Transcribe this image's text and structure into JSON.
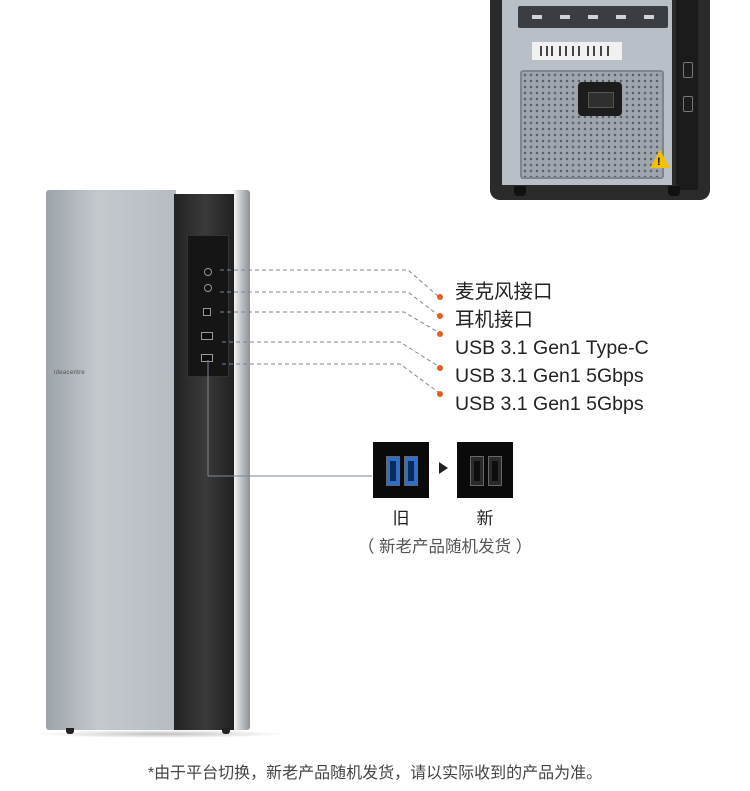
{
  "tower": {
    "brand_text": "ideacentre"
  },
  "callouts": {
    "mic_port": "麦克风接口",
    "headphone_port": "耳机接口",
    "usb_typec": "USB 3.1 Gen1 Type-C",
    "usb_a_1": "USB 3.1 Gen1 5Gbps",
    "usb_a_2": "USB 3.1 Gen1 5Gbps"
  },
  "comparison": {
    "old_label": "旧",
    "new_label": "新",
    "note": "（ 新老产品随机发货 ）"
  },
  "footnote": "*由于平台切换，新老产品随机发货，请以实际收到的产品为准。",
  "colors": {
    "background": "#ffffff",
    "leader_line": "#7a8896",
    "leader_dot": "#e0601e",
    "old_usb_blue": "#2f6fc9",
    "warning_yellow": "#f2c200"
  },
  "icons": {
    "warning": "warning-triangle-icon",
    "arrow": "arrow-right-icon"
  }
}
